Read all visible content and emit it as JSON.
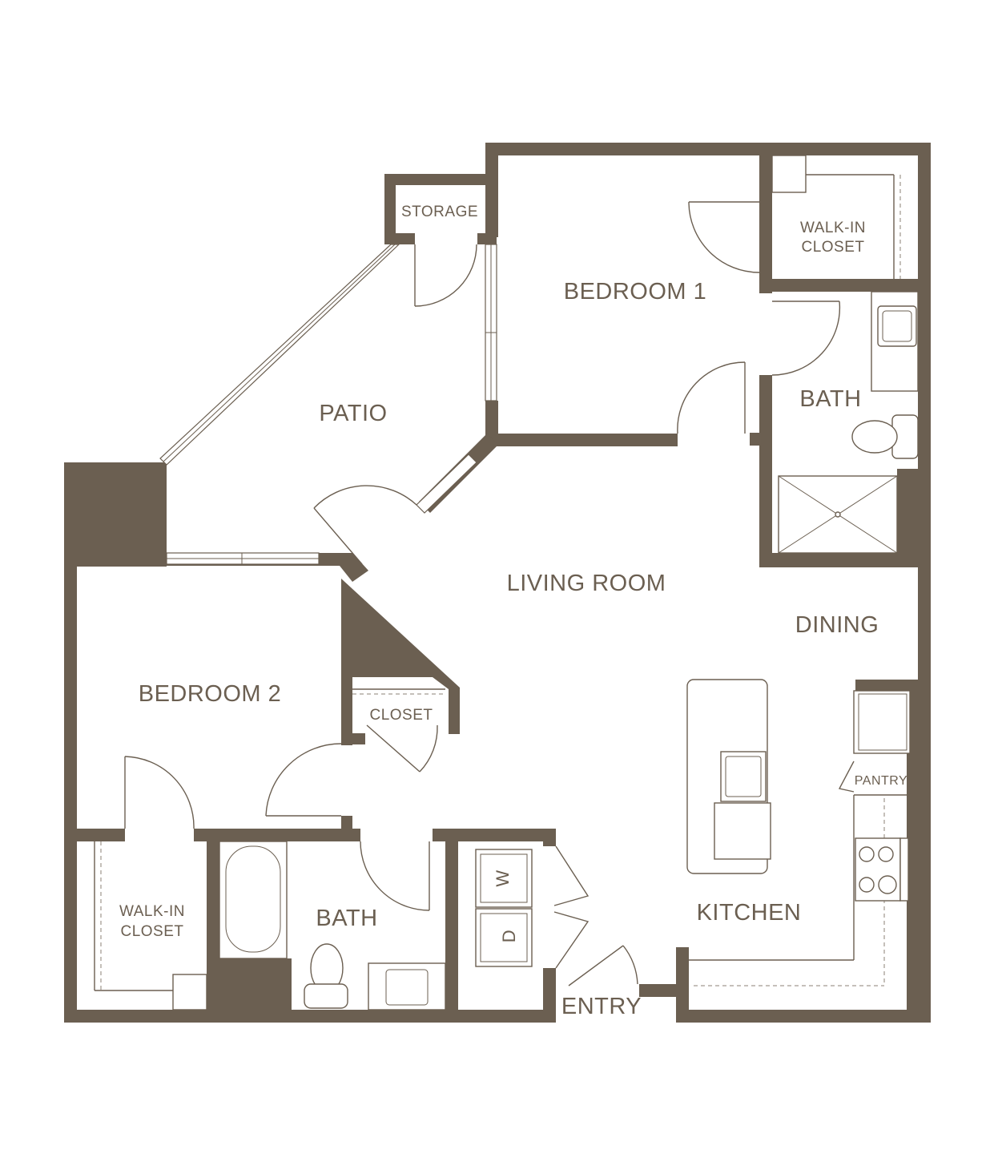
{
  "rooms": {
    "storage": "STORAGE",
    "bedroom1": "BEDROOM 1",
    "walkin1_l1": "WALK-IN",
    "walkin1_l2": "CLOSET",
    "patio": "PATIO",
    "bath1": "BATH",
    "living": "LIVING ROOM",
    "dining": "DINING",
    "bedroom2": "BEDROOM 2",
    "closet": "CLOSET",
    "pantry": "PANTRY",
    "walkin2_l1": "WALK-IN",
    "walkin2_l2": "CLOSET",
    "bath2": "BATH",
    "kitchen": "KITCHEN",
    "entry": "ENTRY"
  },
  "appliances": {
    "washer": "W",
    "dryer": "D"
  },
  "colors": {
    "wall": "#6b5f51",
    "background": "#ffffff"
  }
}
